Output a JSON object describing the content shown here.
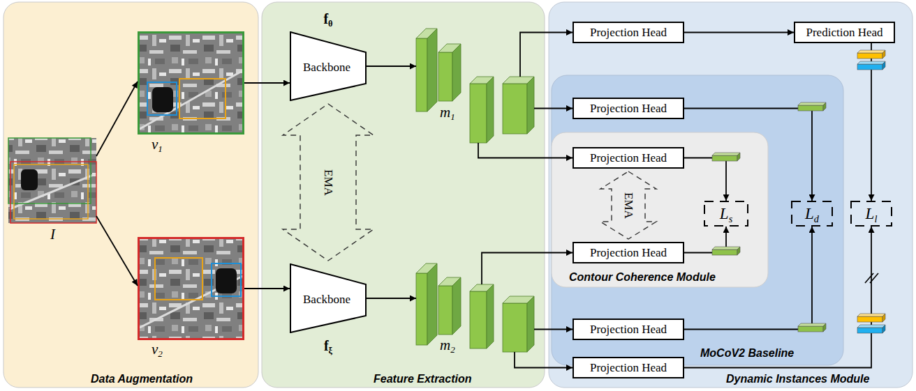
{
  "diagram": {
    "nodes": [
      {
        "text": [
          "Data Augmentation"
        ]
      },
      {
        "text": [
          "I"
        ],
        "in": 0
      },
      {
        "text": [
          "v1"
        ],
        "in": 0
      },
      {
        "text": [
          "v2"
        ],
        "in": 0
      },
      {
        "text": [
          "Feature Extraction"
        ]
      },
      {
        "text": [
          "fθ",
          "Backbone"
        ],
        "in": 4
      },
      {
        "text": [
          "m1"
        ],
        "in": 4
      },
      {
        "text": [
          "Backbone",
          "fξ"
        ],
        "in": 4
      },
      {
        "text": [
          "m2"
        ],
        "in": 4
      },
      {
        "text": [
          "Dynamic Instances Module"
        ]
      },
      {
        "text": [
          "Projection Head"
        ],
        "in": 9
      },
      {
        "text": [
          "Prediction Head"
        ],
        "in": 9
      },
      {
        "text": [
          "MoCoV2 Baseline"
        ],
        "in": 9
      },
      {
        "text": [
          "Projection Head"
        ],
        "in": 12
      },
      {
        "text": [
          "Contour Coherence Module"
        ],
        "in": 12
      },
      {
        "text": [
          "Projection Head"
        ],
        "in": 14
      },
      {
        "text": [
          "Ls"
        ],
        "in": 14
      },
      {
        "text": [
          "Projection Head"
        ],
        "in": 14
      },
      {
        "text": [
          "Ld"
        ],
        "in": 12
      },
      {
        "text": [
          "Projection Head"
        ],
        "in": 12
      },
      {
        "text": [
          "Ll"
        ],
        "in": 9
      },
      {
        "text": [
          "Projection Head"
        ],
        "in": 9
      }
    ],
    "edges": [
      {
        "from": 1,
        "to": 2,
        "arrow": "to"
      },
      {
        "from": 1,
        "to": 3,
        "arrow": "to"
      },
      {
        "from": 2,
        "to": 5,
        "arrow": "to"
      },
      {
        "from": 3,
        "to": 7,
        "arrow": "to"
      },
      {
        "from": 5,
        "to": 6,
        "arrow": "to"
      },
      {
        "from": 7,
        "to": 8,
        "arrow": "to"
      },
      {
        "from": 5,
        "to": 7,
        "arrow": "both",
        "label": "EMA"
      },
      {
        "from": 6,
        "to": 10,
        "arrow": "to"
      },
      {
        "from": 6,
        "to": 13,
        "arrow": "to"
      },
      {
        "from": 6,
        "to": 15,
        "arrow": "to"
      },
      {
        "from": 8,
        "to": 17,
        "arrow": "to"
      },
      {
        "from": 8,
        "to": 19,
        "arrow": "to"
      },
      {
        "from": 8,
        "to": 21,
        "arrow": "to"
      },
      {
        "from": 10,
        "to": 11,
        "arrow": "to"
      },
      {
        "from": 11,
        "to": 20,
        "arrow": "to"
      },
      {
        "from": 13,
        "to": 18,
        "arrow": "to"
      },
      {
        "from": 15,
        "to": 16,
        "arrow": "to"
      },
      {
        "from": 17,
        "to": 16,
        "arrow": "to"
      },
      {
        "from": 15,
        "to": 17,
        "arrow": "both",
        "label": "EMA"
      },
      {
        "from": 19,
        "to": 18,
        "arrow": "to"
      },
      {
        "from": 21,
        "to": 20,
        "arrow": "to"
      }
    ]
  }
}
